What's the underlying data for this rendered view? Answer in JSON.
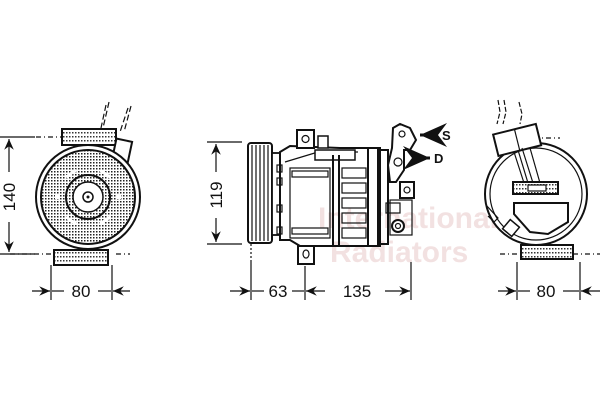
{
  "diagram": {
    "subject": "A/C compressor",
    "views": [
      {
        "id": "front",
        "dimensions": {
          "height": "140",
          "width": "80"
        }
      },
      {
        "id": "side",
        "dimensions": {
          "height": "119",
          "pulley_offset": "63",
          "body_length": "135"
        },
        "port_labels": {
          "suction": "S",
          "discharge": "D"
        }
      },
      {
        "id": "rear",
        "dimensions": {
          "width": "80"
        }
      }
    ],
    "watermark": {
      "line1": "International",
      "line2": "Radiators"
    }
  }
}
